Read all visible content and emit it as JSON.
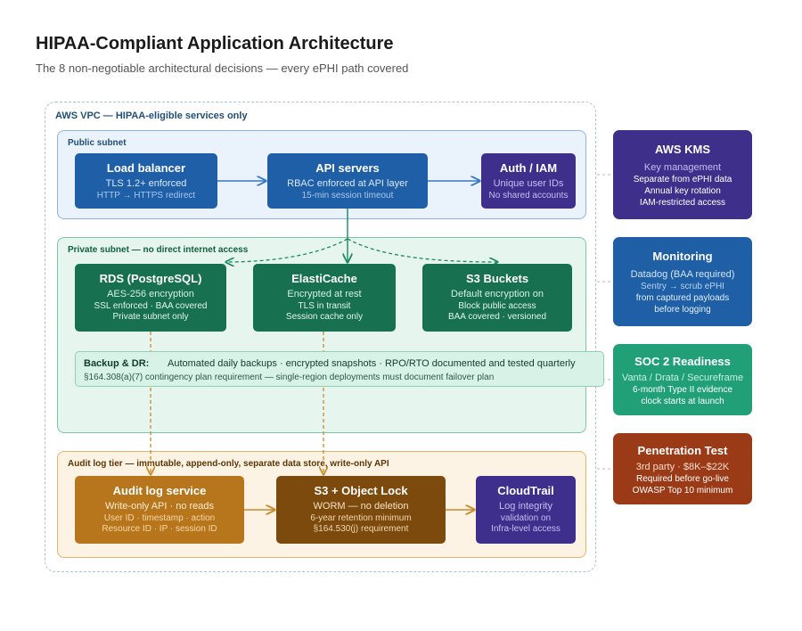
{
  "header": {
    "title": "HIPAA-Compliant Application Architecture",
    "subtitle": "The 8 non-negotiable architectural decisions — every ePHI path covered"
  },
  "vpc": {
    "label": "AWS VPC — HIPAA-eligible services only"
  },
  "public_subnet": {
    "label": "Public subnet",
    "boxes": [
      {
        "title": "Load balancer",
        "line1": "TLS 1.2+ enforced",
        "line2": "HTTP → HTTPS redirect"
      },
      {
        "title": "API servers",
        "line1": "RBAC enforced at API layer",
        "line2": "15-min session timeout"
      },
      {
        "title": "Auth / IAM",
        "line1": "Unique user IDs",
        "line2": "No shared accounts"
      }
    ]
  },
  "private_subnet": {
    "label": "Private subnet — no direct internet access",
    "boxes": [
      {
        "title": "RDS (PostgreSQL)",
        "line1": "AES-256 encryption",
        "line2": "SSL enforced · BAA covered",
        "line3": "Private subnet only"
      },
      {
        "title": "ElastiCache",
        "line1": "Encrypted at rest",
        "line2": "TLS in transit",
        "line3": "Session cache only"
      },
      {
        "title": "S3 Buckets",
        "line1": "Default encryption on",
        "line2": "Block public access",
        "line3": "BAA covered · versioned"
      }
    ],
    "backup": {
      "title": "Backup & DR:",
      "line1": "Automated daily backups · encrypted snapshots · RPO/RTO documented and tested quarterly",
      "line2": "§164.308(a)(7) contingency plan requirement — single-region deployments must document failover plan"
    }
  },
  "audit_tier": {
    "label": "Audit log tier — immutable, append-only, separate data store, write-only API",
    "boxes": [
      {
        "title": "Audit log service",
        "line1": "Write-only API · no reads",
        "line2": "User ID · timestamp · action",
        "line3": "Resource ID · IP · session ID"
      },
      {
        "title": "S3 + Object Lock",
        "line1": "WORM — no deletion",
        "line2": "6-year retention minimum",
        "line3": "§164.530(j) requirement"
      },
      {
        "title": "CloudTrail",
        "line1": "Log integrity",
        "line2": "validation on",
        "line3": "Infra-level access"
      }
    ]
  },
  "side_panels": [
    {
      "title": "AWS KMS",
      "line1": "Key management",
      "line2": "Separate from ePHI data",
      "line3": "Annual key rotation",
      "line4": "IAM-restricted access"
    },
    {
      "title": "Monitoring",
      "line1": "Datadog (BAA required)",
      "line2": "Sentry → scrub ePHI",
      "line3": "from captured payloads",
      "line4": "before logging"
    },
    {
      "title": "SOC 2 Readiness",
      "line1": "Vanta / Drata / Secureframe",
      "line2": "6-month Type II evidence",
      "line3": "clock starts at launch"
    },
    {
      "title": "Penetration Test",
      "line1": "3rd party · $8K–$22K",
      "line2": "Required before go-live",
      "line3": "OWASP Top 10 minimum"
    }
  ],
  "colors": {
    "public_blue": "#1f5fa8",
    "auth_purple": "#3f2f8c",
    "private_green": "#17704f",
    "audit_amber": "#b8761c",
    "audit_brown": "#7d4a0e",
    "kms_purple": "#3d2f8a",
    "monitoring_blue": "#1e5fa6",
    "soc2_green": "#21a077",
    "pentest_red": "#9b3a17"
  }
}
